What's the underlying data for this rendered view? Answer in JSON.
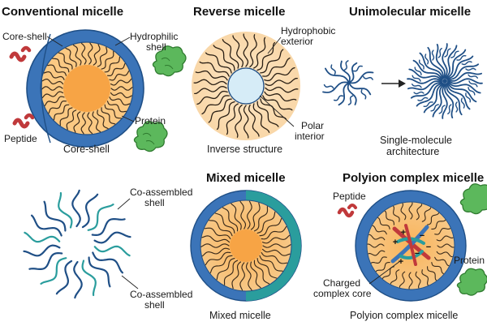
{
  "panels": {
    "conventional": {
      "title": "Conventional micelle",
      "labels": {
        "core_shell_top": "Core-shell",
        "hydrophilic_shell_1": "Hydrophilic",
        "hydrophilic_shell_2": "shell",
        "protein": "Protein",
        "peptide": "Peptide",
        "core_shell_bottom": "Core-shell"
      }
    },
    "reverse": {
      "title": "Reverse micelle",
      "labels": {
        "hydrophobic_1": "Hydrophobic",
        "hydrophobic_2": "exterior",
        "polar_1": "Polar",
        "polar_2": "interior"
      },
      "caption": "Inverse structure"
    },
    "unimolecular": {
      "title": "Unimolecular micelle",
      "caption_1": "Single-molecule",
      "caption_2": "architecture"
    },
    "coassembled": {
      "labels": {
        "top_1": "Co-assembled",
        "top_2": "shell",
        "bottom_1": "Co-assembled",
        "bottom_2": "shell"
      }
    },
    "mixed": {
      "title": "Mixed micelle",
      "caption": "Mixed micelle"
    },
    "polyion": {
      "title": "Polyion complex micelle",
      "labels": {
        "peptide": "Peptide",
        "protein": "Protein",
        "charged_1": "Charged",
        "charged_2": "complex core"
      },
      "caption": "Polyion complex micelle",
      "charge_signs": [
        "+",
        "−",
        "+",
        "−",
        "+",
        "−"
      ]
    }
  },
  "colors": {
    "blue_shell": "#3b74b8",
    "blue_dark": "#1f4f86",
    "core_orange": "#f7a445",
    "core_light": "#fbc983",
    "cream": "#fbe1b8",
    "polar_blue": "#d6ecf7",
    "teal": "#2a9d9d",
    "protein_green": "#5cb85c",
    "peptide_red": "#c0393b"
  }
}
